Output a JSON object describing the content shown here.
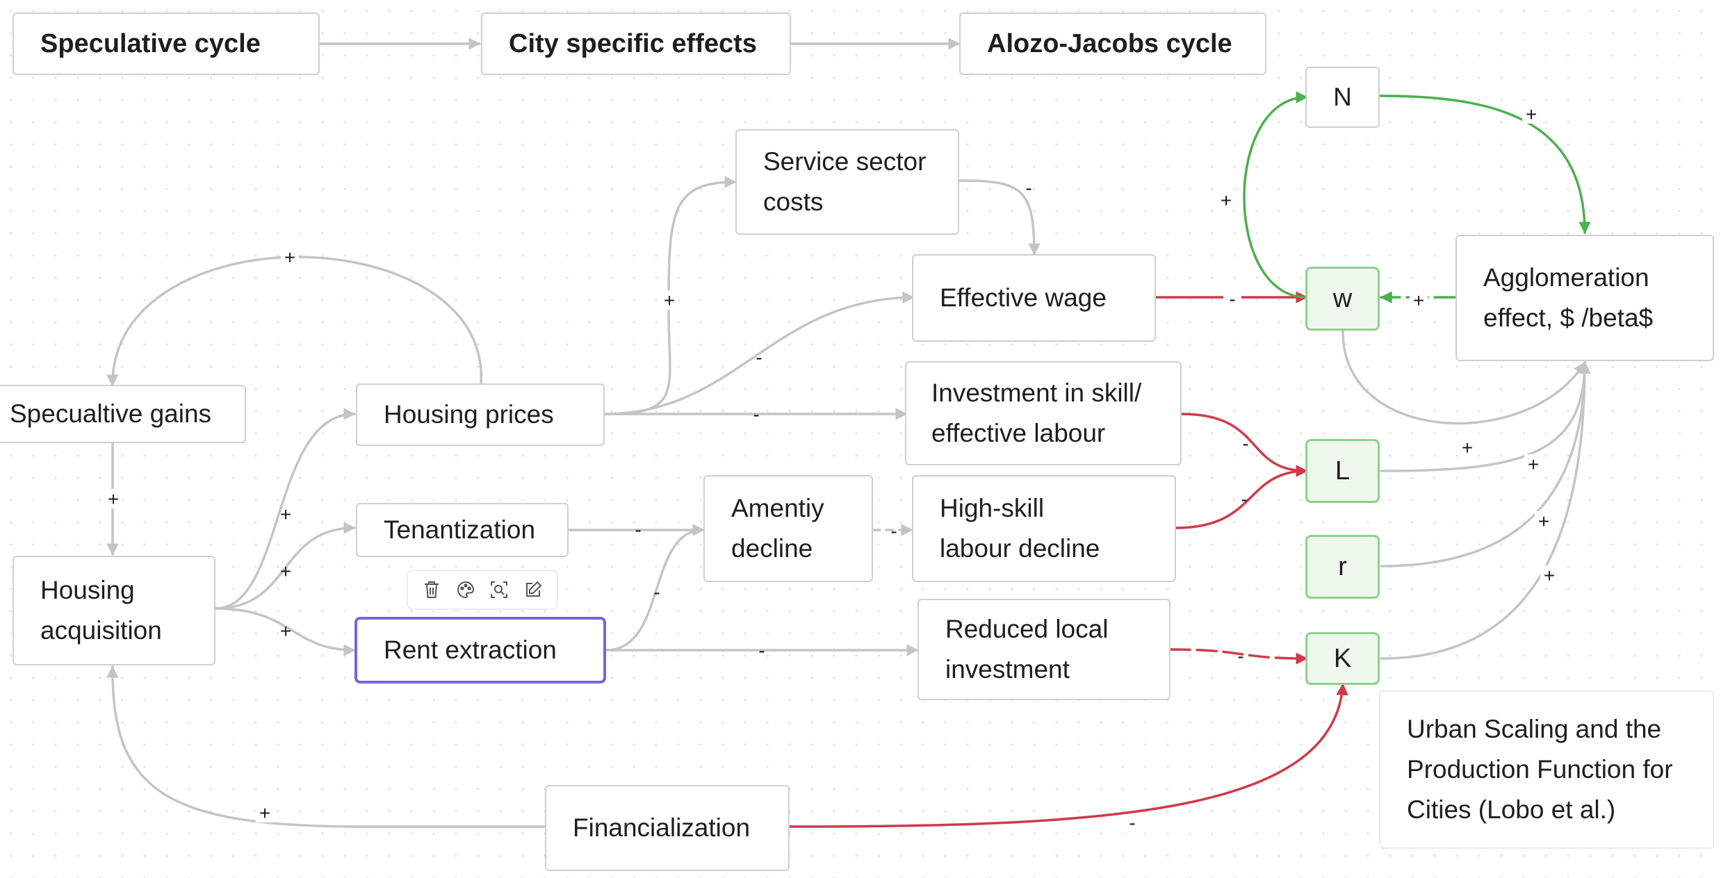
{
  "headers": {
    "speculative": "Speculative cycle",
    "city": "City specific effects",
    "alozo": "Alozo-Jacobs cycle"
  },
  "nodes": {
    "service_costs": "Service sector\ncosts",
    "effective_wage": "Effective wage",
    "agglomeration": "Agglomeration\neffect, $ /beta$",
    "speculative_gains": "Specualtive gains",
    "housing_prices": "Housing prices",
    "investment_skill": "Investment in skill/\neffective labour",
    "tenantization": "Tenantization",
    "amenity_decline": "Amentiy\ndecline",
    "highskill_decline": "High-skill\nlabour decline",
    "housing_acquisition": "Housing\nacquisition",
    "rent_extraction": "Rent extraction",
    "reduced_investment": "Reduced local\ninvestment",
    "financialization": "Financialization",
    "note": "Urban Scaling and the\nProduction Function for\nCities (Lobo et al.)",
    "N": "N",
    "w": "w",
    "L": "L",
    "r": "r",
    "K": "K"
  },
  "signs": {
    "plus": "+",
    "minus": "-"
  },
  "toolbar": [
    "trash-icon",
    "palette-icon",
    "zoom-icon",
    "edit-icon"
  ],
  "colors": {
    "grey_edge": "#c4c4c4",
    "red_edge": "#d1394a",
    "green_edge": "#4caf50",
    "selected": "#7a63e0"
  }
}
